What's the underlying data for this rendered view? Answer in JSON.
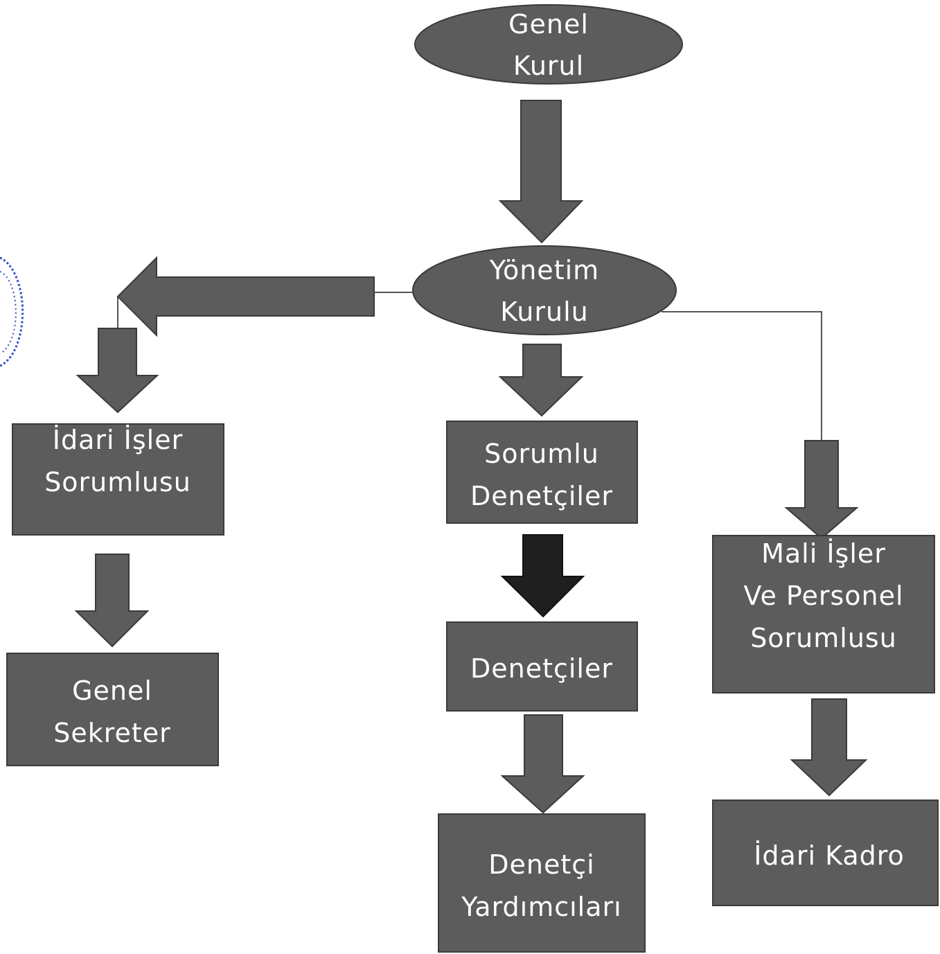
{
  "colors": {
    "node_fill": "#5c5c5c",
    "node_stroke": "#3a3a3a",
    "arrow_fill": "#5c5c5c",
    "arrow_dark_fill": "#1f1f1f",
    "text": "#ffffff",
    "connector_line": "#555555",
    "stamp_blue": "#2f52c7"
  },
  "nodes": {
    "genel_kurul": {
      "line1": "Genel",
      "line2": "Kurul"
    },
    "yonetim_kurulu": {
      "line1": "Yönetim",
      "line2": "Kurulu"
    },
    "idari_isler_sorumlusu": {
      "line1": "İdari İşler",
      "line2": "Sorumlusu"
    },
    "sorumlu_denetciler": {
      "line1": "Sorumlu",
      "line2": "Denetçiler"
    },
    "mali_isler": {
      "line1": "Mali İşler",
      "line2": "Ve Personel",
      "line3": "Sorumlusu"
    },
    "genel_sekreter": {
      "line1": "Genel",
      "line2": "Sekreter"
    },
    "denetciler": {
      "line1": "Denetçiler"
    },
    "denetci_yardimcilari": {
      "line1": "Denetçi",
      "line2": "Yardımcıları"
    },
    "idari_kadro": {
      "line1": "İdari Kadro"
    }
  }
}
